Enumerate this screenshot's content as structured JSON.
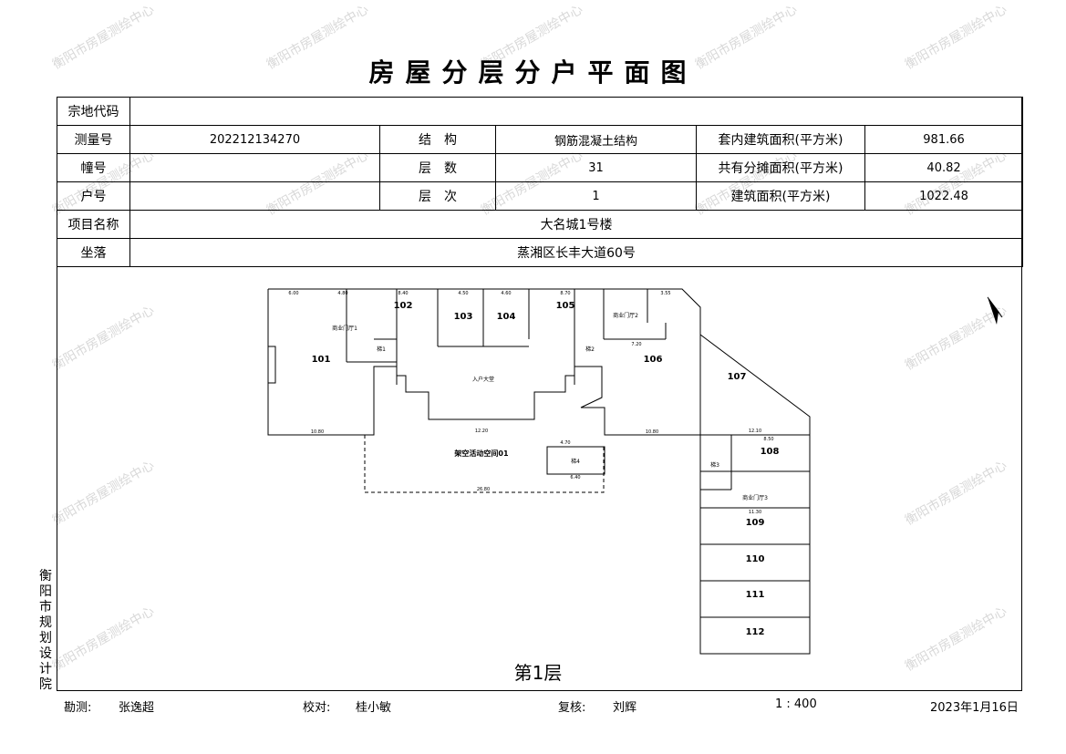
{
  "title": "房屋分层分户平面图",
  "watermark": "衡阳市房屋测绘中心",
  "info": {
    "parcel_code_label": "宗地代码",
    "parcel_code_value": "",
    "survey_no_label": "测量号",
    "survey_no_value": "202212134270",
    "structure_label": "结　构",
    "structure_value": "钢筋混凝土结构",
    "inner_area_label": "套内建筑面积(平方米)",
    "inner_area_value": "981.66",
    "building_no_label": "幢号",
    "building_no_value": "",
    "floors_label": "层　数",
    "floors_value": "31",
    "shared_area_label": "共有分摊面积(平方米)",
    "shared_area_value": "40.82",
    "unit_no_label": "户号",
    "unit_no_value": "",
    "floor_label": "层　次",
    "floor_value": "1",
    "build_area_label": "建筑面积(平方米)",
    "build_area_value": "1022.48",
    "project_label": "项目名称",
    "project_value": "大名城1号楼",
    "location_label": "坐落",
    "location_value": "蒸湘区长丰大道60号"
  },
  "side_org": "衡阳市规划设计院",
  "plan": {
    "floor_title": "第1层",
    "north": "N",
    "rooms": [
      "101",
      "102",
      "103",
      "104",
      "105",
      "106",
      "107",
      "108",
      "109",
      "110",
      "111",
      "112"
    ],
    "labels": {
      "lobby": "入户大堂",
      "stair1": "梯1",
      "stair2": "梯2",
      "stair3": "梯3",
      "stair4": "梯4",
      "shop1": "商业门厅1",
      "shop2": "商业门厅2",
      "shop3": "商业门厅3",
      "overhead": "架空活动空间01",
      "dim_2680": "26.80",
      "dim_1080a": "10.80",
      "dim_1080b": "10.80",
      "dim_1220": "12.20",
      "dim_1210": "12.10",
      "dim_600": "6.00",
      "dim_480": "4.80",
      "dim_840": "8.40",
      "dim_450": "4.50",
      "dim_460": "4.60",
      "dim_870": "8.70",
      "dim_355": "3.55",
      "dim_720": "7.20",
      "dim_850": "8.50",
      "dim_1130": "11.30",
      "dim_640": "6.40",
      "dim_470": "4.70"
    }
  },
  "footer": {
    "survey_label": "勘测:",
    "survey_name": "张逸超",
    "check_label": "校对:",
    "check_name": "桂小敏",
    "review_label": "复核:",
    "review_name": "刘辉",
    "scale": "1 : 400",
    "date": "2023年1月16日"
  }
}
